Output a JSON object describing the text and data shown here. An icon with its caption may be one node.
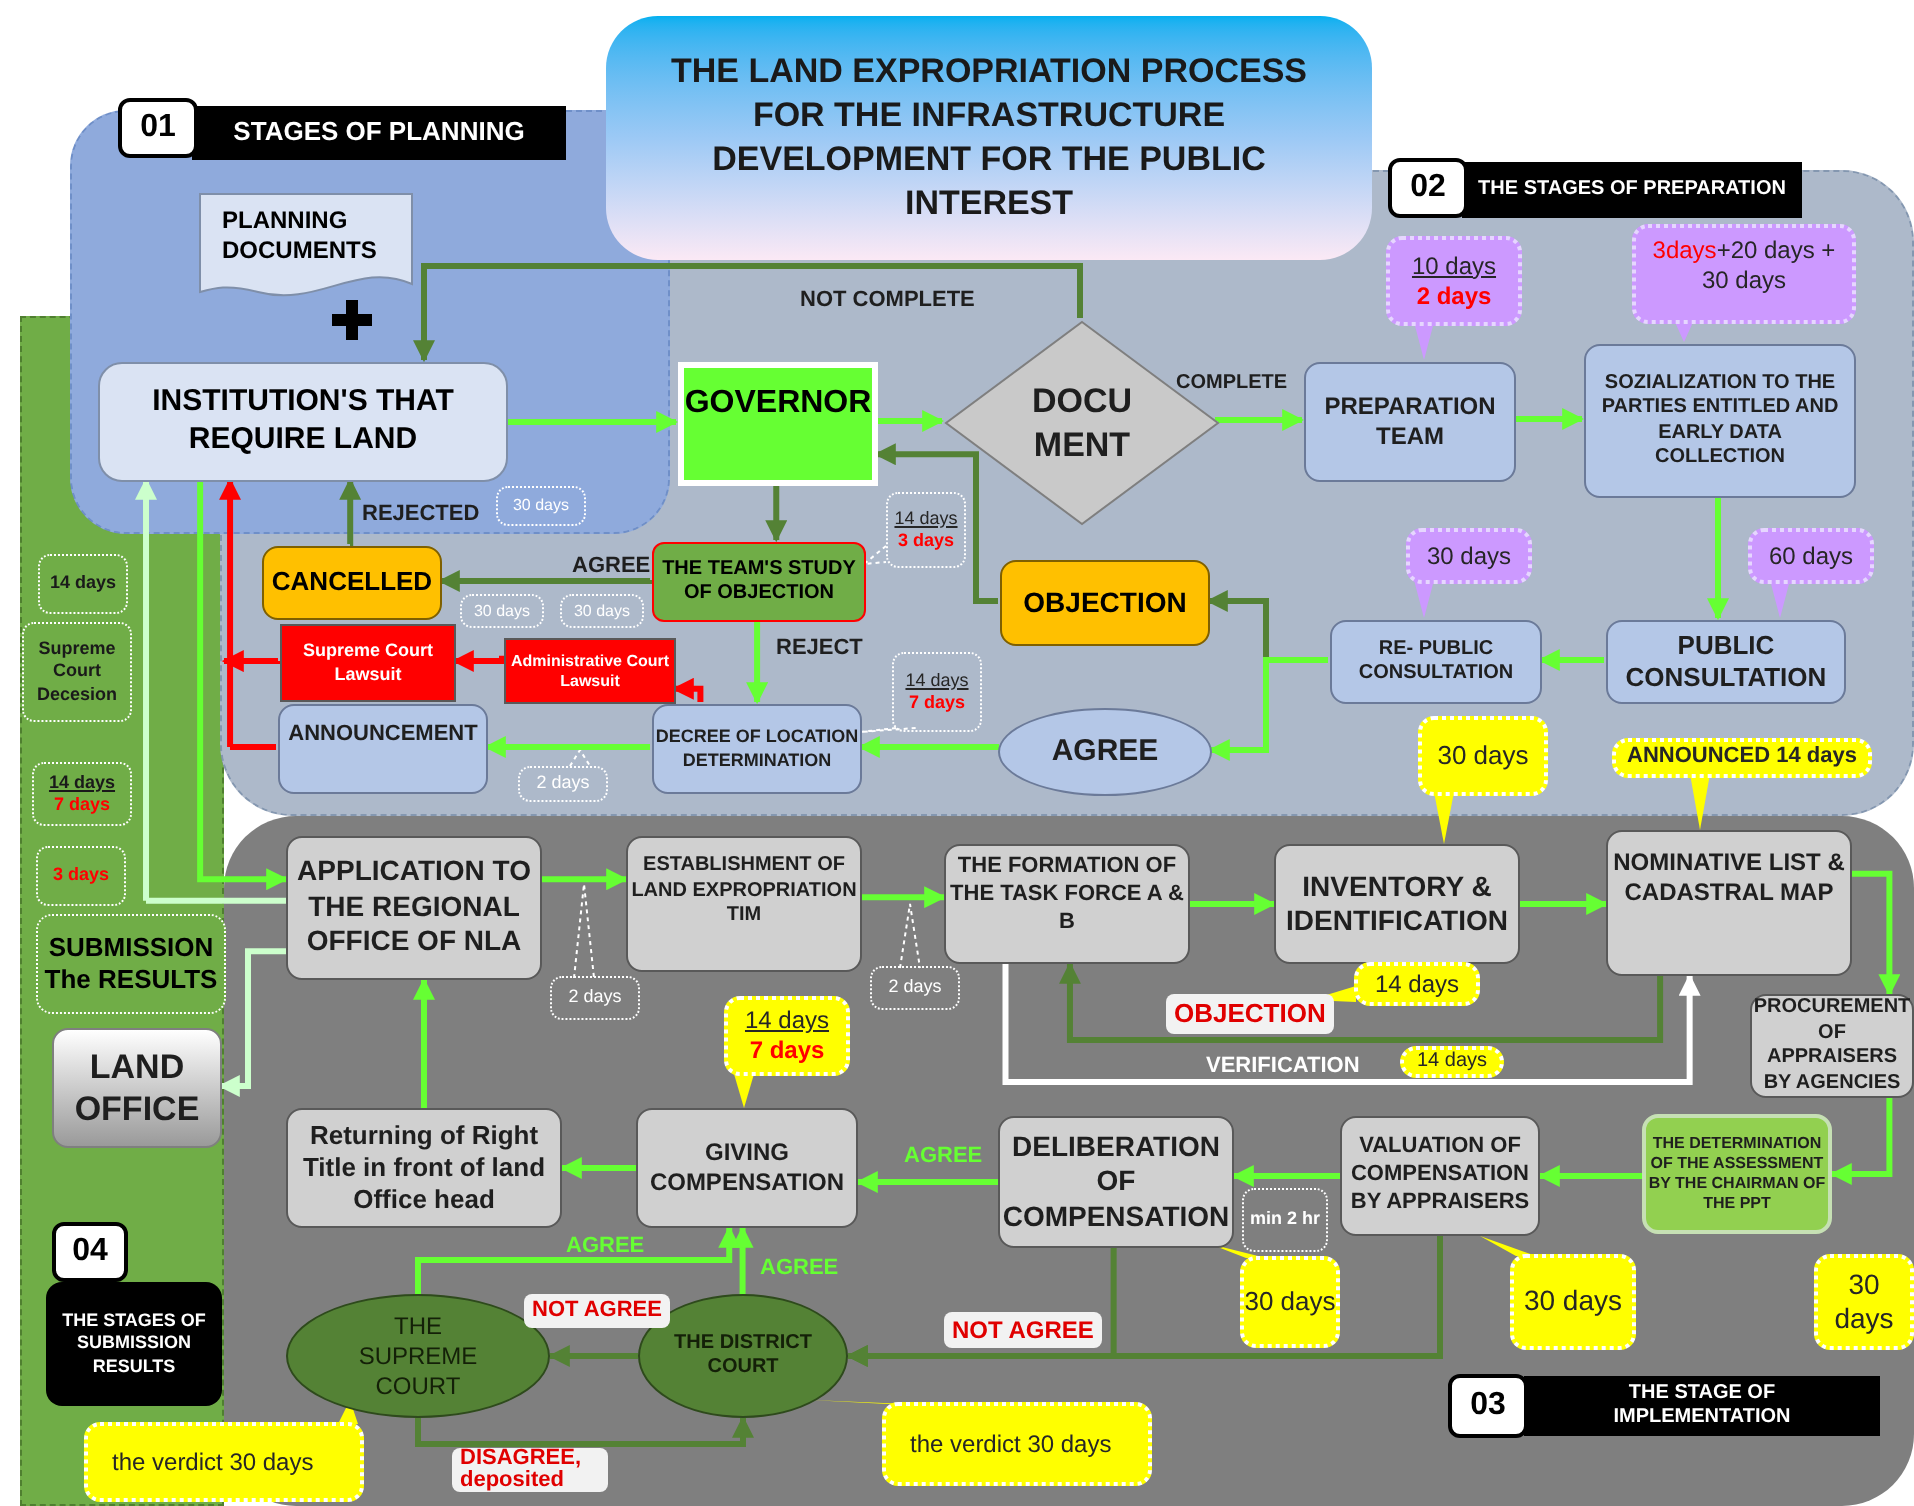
{
  "diagram": {
    "title": "THE LAND EXPROPRIATION PROCESS FOR THE INFRASTRUCTURE DEVELOPMENT FOR THE PUBLIC INTEREST",
    "nodes": [
      {
        "text": [
          "01",
          "STAGES OF PLANNING"
        ]
      },
      {
        "text": [
          "02",
          "THE STAGES OF PREPARATION"
        ]
      },
      {
        "text": [
          "03",
          "THE STAGE OF IMPLEMENTATION"
        ]
      },
      {
        "text": [
          "04",
          "THE STAGES OF SUBMISSION RESULTS"
        ]
      },
      {
        "text": [
          "PLANNING DOCUMENTS"
        ],
        "in": 0
      },
      {
        "text": [
          "INSTITUTION'S THAT REQUIRE LAND"
        ],
        "in": 0
      },
      {
        "text": [
          "GOVERNOR"
        ],
        "in": 1
      },
      {
        "text": [
          "DOCU MENT"
        ],
        "in": 1
      },
      {
        "text": [
          "PREPARATION TEAM"
        ],
        "in": 1
      },
      {
        "text": [
          "SOZIALIZATION TO THE PARTIES ENTITLED AND EARLY DATA COLLECTION"
        ],
        "in": 1
      },
      {
        "text": [
          "PUBLIC CONSULTATION"
        ],
        "in": 1
      },
      {
        "text": [
          "RE- PUBLIC CONSULTATION"
        ],
        "in": 1
      },
      {
        "text": [
          "OBJECTION"
        ],
        "in": 1
      },
      {
        "text": [
          "AGREE"
        ],
        "in": 1
      },
      {
        "text": [
          "THE TEAM'S STUDY OF OBJECTION"
        ],
        "in": 1
      },
      {
        "text": [
          "CANCELLED"
        ],
        "in": 1
      },
      {
        "text": [
          "Supreme Court Lawsuit"
        ],
        "in": 1
      },
      {
        "text": [
          "Administrative Court Lawsuit"
        ],
        "in": 1
      },
      {
        "text": [
          "ANNOUNCEMENT"
        ],
        "in": 1
      },
      {
        "text": [
          "DECREE OF LOCATION DETERMINATION"
        ],
        "in": 1
      },
      {
        "text": [
          "10 days",
          "2 days"
        ],
        "in": 1
      },
      {
        "text": [
          "3days",
          "+20 days + 30 days"
        ],
        "in": 1
      },
      {
        "text": [
          "30 days"
        ],
        "in": 1
      },
      {
        "text": [
          "60 days"
        ],
        "in": 1
      },
      {
        "text": [
          "30 days"
        ]
      },
      {
        "text": [
          "30 days"
        ],
        "in": 1
      },
      {
        "text": [
          "30 days"
        ],
        "in": 1
      },
      {
        "text": [
          "14 days",
          "3 days"
        ],
        "in": 1
      },
      {
        "text": [
          "14 days",
          "7 days"
        ],
        "in": 1
      },
      {
        "text": [
          "2 days"
        ],
        "in": 1
      },
      {
        "text": [
          "14 days"
        ],
        "in": 3
      },
      {
        "text": [
          "Supreme Court Decesion"
        ],
        "in": 3
      },
      {
        "text": [
          "14 days",
          "7 days"
        ],
        "in": 3
      },
      {
        "text": [
          "3 days"
        ],
        "in": 3
      },
      {
        "text": [
          "SUBMISSION The RESULTS"
        ],
        "in": 3
      },
      {
        "text": [
          "LAND OFFICE"
        ],
        "in": 3
      },
      {
        "text": [
          "APPLICATION TO THE REGIONAL OFFICE OF NLA"
        ],
        "in": 2
      },
      {
        "text": [
          "ESTABLISHMENT OF LAND EXPROPRIATION TIM"
        ],
        "in": 2
      },
      {
        "text": [
          "THE FORMATION OF THE TASK FORCE A & B"
        ],
        "in": 2
      },
      {
        "text": [
          "INVENTORY & IDENTIFICATION"
        ],
        "in": 2
      },
      {
        "text": [
          "NOMINATIVE LIST & CADASTRAL MAP"
        ],
        "in": 2
      },
      {
        "text": [
          "PROCUREMENT OF APPRAISERS BY AGENCIES"
        ],
        "in": 2
      },
      {
        "text": [
          "THE DETERMINATION OF THE ASSESSMENT BY THE CHAIRMAN OF THE PPT"
        ],
        "in": 2
      },
      {
        "text": [
          "VALUATION OF COMPENSATION BY APPRAISERS"
        ],
        "in": 2
      },
      {
        "text": [
          "DELIBERATION OF COMPENSATION"
        ],
        "in": 2
      },
      {
        "text": [
          "GIVING COMPENSATION"
        ],
        "in": 2
      },
      {
        "text": [
          "Returning of Right Title in front of land Office head"
        ],
        "in": 2
      },
      {
        "text": [
          "THE SUPREME COURT"
        ],
        "in": 2
      },
      {
        "text": [
          "THE DISTRICT COURT"
        ],
        "in": 2
      },
      {
        "text": [
          "2 days"
        ],
        "in": 2
      },
      {
        "text": [
          "2 days"
        ],
        "in": 2
      },
      {
        "text": [
          "30 days"
        ],
        "in": 1
      },
      {
        "text": [
          "ANNOUNCED 14 days"
        ],
        "in": 1
      },
      {
        "text": [
          "14 days"
        ],
        "in": 2
      },
      {
        "text": [
          "14 days"
        ],
        "in": 2
      },
      {
        "text": [
          "14 days",
          "7 days"
        ],
        "in": 2
      },
      {
        "text": [
          "min 2 hr"
        ],
        "in": 2
      },
      {
        "text": [
          "30 days"
        ],
        "in": 2
      },
      {
        "text": [
          "30 days"
        ],
        "in": 2
      },
      {
        "text": [
          "30 days"
        ],
        "in": 2
      },
      {
        "text": [
          "the verdict 30 days"
        ]
      },
      {
        "text": [
          "the verdict 30 days"
        ],
        "in": 2
      }
    ],
    "edges": [
      {
        "from": 5,
        "to": 6,
        "arrow": "to"
      },
      {
        "from": 6,
        "to": 7,
        "arrow": "to"
      },
      {
        "from": 7,
        "to": 5,
        "arrow": "to",
        "label": "NOT COMPLETE",
        "color": "#548235"
      },
      {
        "from": 7,
        "to": 8,
        "arrow": "to",
        "label": "COMPLETE"
      },
      {
        "from": 8,
        "to": 9,
        "arrow": "to"
      },
      {
        "from": 9,
        "to": 10,
        "arrow": "to"
      },
      {
        "from": 10,
        "to": 11,
        "arrow": "to"
      },
      {
        "from": 11,
        "to": 12,
        "arrow": "to",
        "color": "#548235"
      },
      {
        "from": 11,
        "to": 13,
        "arrow": "to"
      },
      {
        "from": 12,
        "to": 6,
        "arrow": "to",
        "color": "#548235"
      },
      {
        "from": 6,
        "to": 14,
        "arrow": "to",
        "color": "#548235"
      },
      {
        "from": 14,
        "to": 15,
        "arrow": "to",
        "label": "AGREE",
        "color": "#548235"
      },
      {
        "from": 15,
        "to": 5,
        "arrow": "to",
        "label": "REJECTED",
        "color": "#548235"
      },
      {
        "from": 14,
        "to": 19,
        "arrow": "to",
        "label": "REJECT"
      },
      {
        "from": 13,
        "to": 19,
        "arrow": "to"
      },
      {
        "from": 19,
        "to": 18,
        "arrow": "to"
      },
      {
        "from": 19,
        "to": 17,
        "arrow": "to",
        "color": "#ff0000"
      },
      {
        "from": 17,
        "to": 16,
        "arrow": "to",
        "color": "#ff0000"
      },
      {
        "from": 16,
        "to": 3,
        "arrow": "to",
        "color": "#ff0000"
      },
      {
        "from": 18,
        "to": 5,
        "arrow": "to",
        "color": "#ff0000"
      },
      {
        "from": 5,
        "to": 36,
        "arrow": "to"
      },
      {
        "from": 36,
        "to": 5,
        "arrow": "to",
        "color": "#ccffcc"
      },
      {
        "from": 36,
        "to": 35,
        "arrow": "to",
        "color": "#ccffcc"
      },
      {
        "from": 36,
        "to": 37,
        "arrow": "to"
      },
      {
        "from": 37,
        "to": 38,
        "arrow": "to"
      },
      {
        "from": 38,
        "to": 39,
        "arrow": "to"
      },
      {
        "from": 39,
        "to": 40,
        "arrow": "to"
      },
      {
        "from": 40,
        "to": 38,
        "arrow": "to",
        "label": "OBJECTION",
        "color": "#548235"
      },
      {
        "from": 38,
        "to": 40,
        "arrow": "to",
        "label": "VERIFICATION",
        "color": "#ffffff"
      },
      {
        "from": 40,
        "to": 41,
        "arrow": "to"
      },
      {
        "from": 41,
        "to": 42,
        "arrow": "to"
      },
      {
        "from": 42,
        "to": 43,
        "arrow": "to"
      },
      {
        "from": 43,
        "to": 44,
        "arrow": "to"
      },
      {
        "from": 44,
        "to": 45,
        "arrow": "to",
        "label": "AGREE"
      },
      {
        "from": 45,
        "to": 46,
        "arrow": "to"
      },
      {
        "from": 46,
        "to": 36,
        "arrow": "to"
      },
      {
        "from": 44,
        "to": 48,
        "arrow": "to",
        "label": "NOT AGREE",
        "color": "#548235"
      },
      {
        "from": 43,
        "to": 48,
        "arrow": "to",
        "color": "#548235"
      },
      {
        "from": 48,
        "to": 45,
        "arrow": "to",
        "label": "AGREE"
      },
      {
        "from": 48,
        "to": 47,
        "arrow": "to",
        "label": "NOT AGREE",
        "color": "#548235"
      },
      {
        "from": 47,
        "to": 45,
        "arrow": "to",
        "label": "AGREE"
      },
      {
        "from": 47,
        "to": 48,
        "arrow": "to",
        "label": "DISAGREE, deposited",
        "color": "#548235"
      }
    ]
  }
}
